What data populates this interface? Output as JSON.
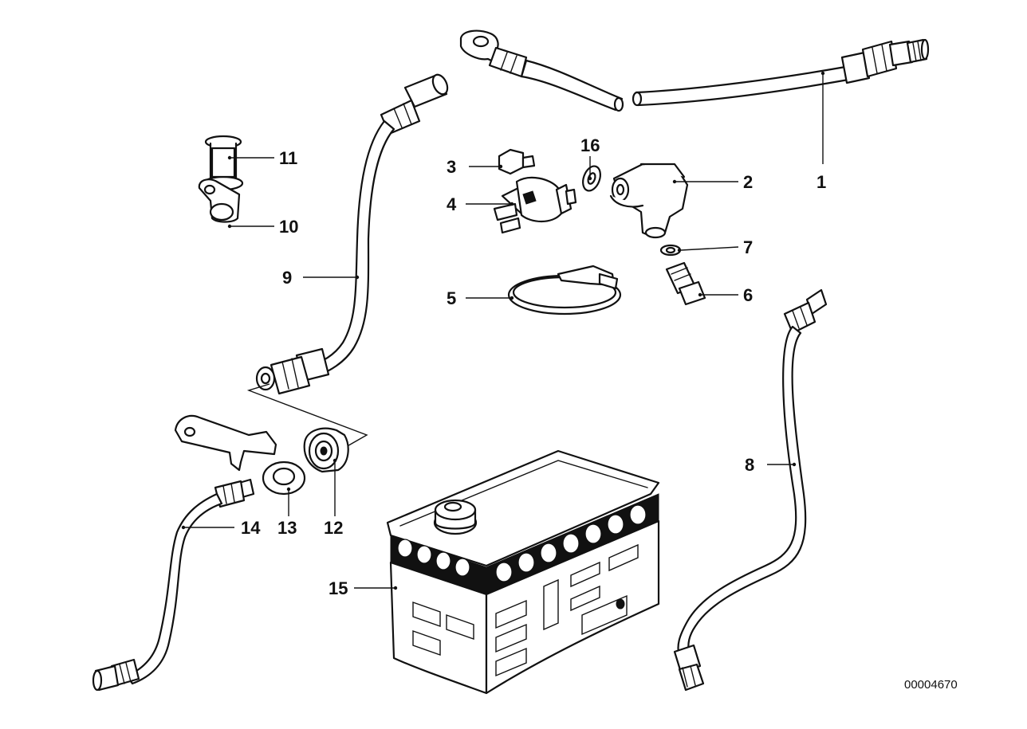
{
  "diagram": {
    "document_number": "00004670",
    "callouts": {
      "c1": "1",
      "c2": "2",
      "c3": "3",
      "c4": "4",
      "c5": "5",
      "c6": "6",
      "c7": "7",
      "c8": "8",
      "c9": "9",
      "c10": "10",
      "c11": "11",
      "c12": "12",
      "c13": "13",
      "c14": "14",
      "c15": "15",
      "c16": "16"
    }
  }
}
